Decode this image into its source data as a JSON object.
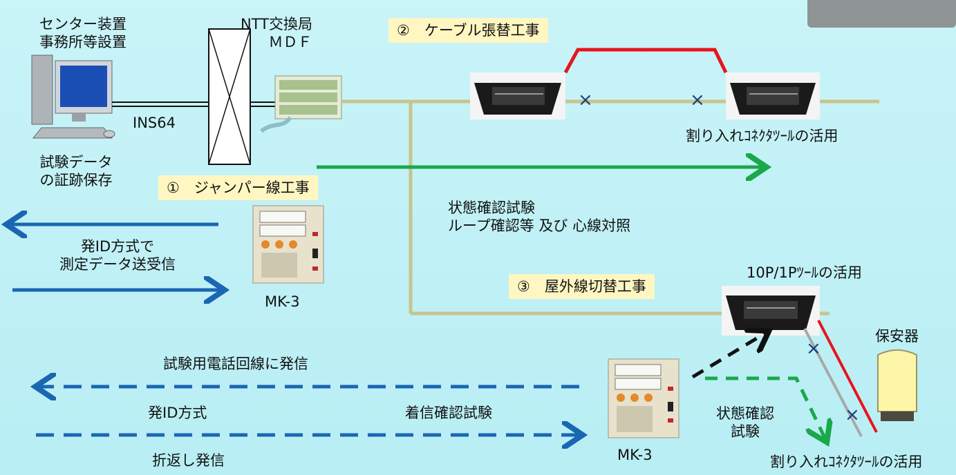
{
  "center": {
    "line1": "センター装置",
    "line2": "事務所等設置"
  },
  "exchange": {
    "line1": "NTT交換局",
    "line2": "ＭＤＦ"
  },
  "ins64": "INS64",
  "test_data": {
    "line1": "試験データ",
    "line2": "の証跡保存"
  },
  "step1": "①　ジャンパー線工事",
  "step2": "②　ケーブル張替工事",
  "step3": "③　屋外線切替工事",
  "connector_tool_top": "割り入れｺﾈｸﾀﾂｰﾙの活用",
  "connector_tool_bottom": "割り入れｺﾈｸﾀﾂｰﾙの活用",
  "status_test": {
    "line1": "状態確認試験",
    "line2": "ループ確認等 及び 心線対照"
  },
  "id_method": {
    "line1": "発ID方式で",
    "line2": "測定データ送受信"
  },
  "mk3_upper": "MK-3",
  "mk3_lower": "MK-3",
  "tool_10p": "10P/1Pﾂｰﾙの活用",
  "protector": "保安器",
  "test_call": "試験用電話回線に発信",
  "id_method_short": "発ID方式",
  "incoming_test": "着信確認試験",
  "callback": "折返し発信",
  "status_test_small": {
    "line1": "状態確認",
    "line2": "試験"
  },
  "x_mark": "×",
  "colors": {
    "cable": "#c8c48c",
    "green": "#1aa84a",
    "blue": "#1a66b3",
    "red": "#e8141c",
    "black": "#111111",
    "label_bg": "#fff6c2"
  },
  "icons": [
    "computer-icon",
    "mdf-icon",
    "connector-box-icon",
    "mk3-tester-icon",
    "protector-icon"
  ]
}
